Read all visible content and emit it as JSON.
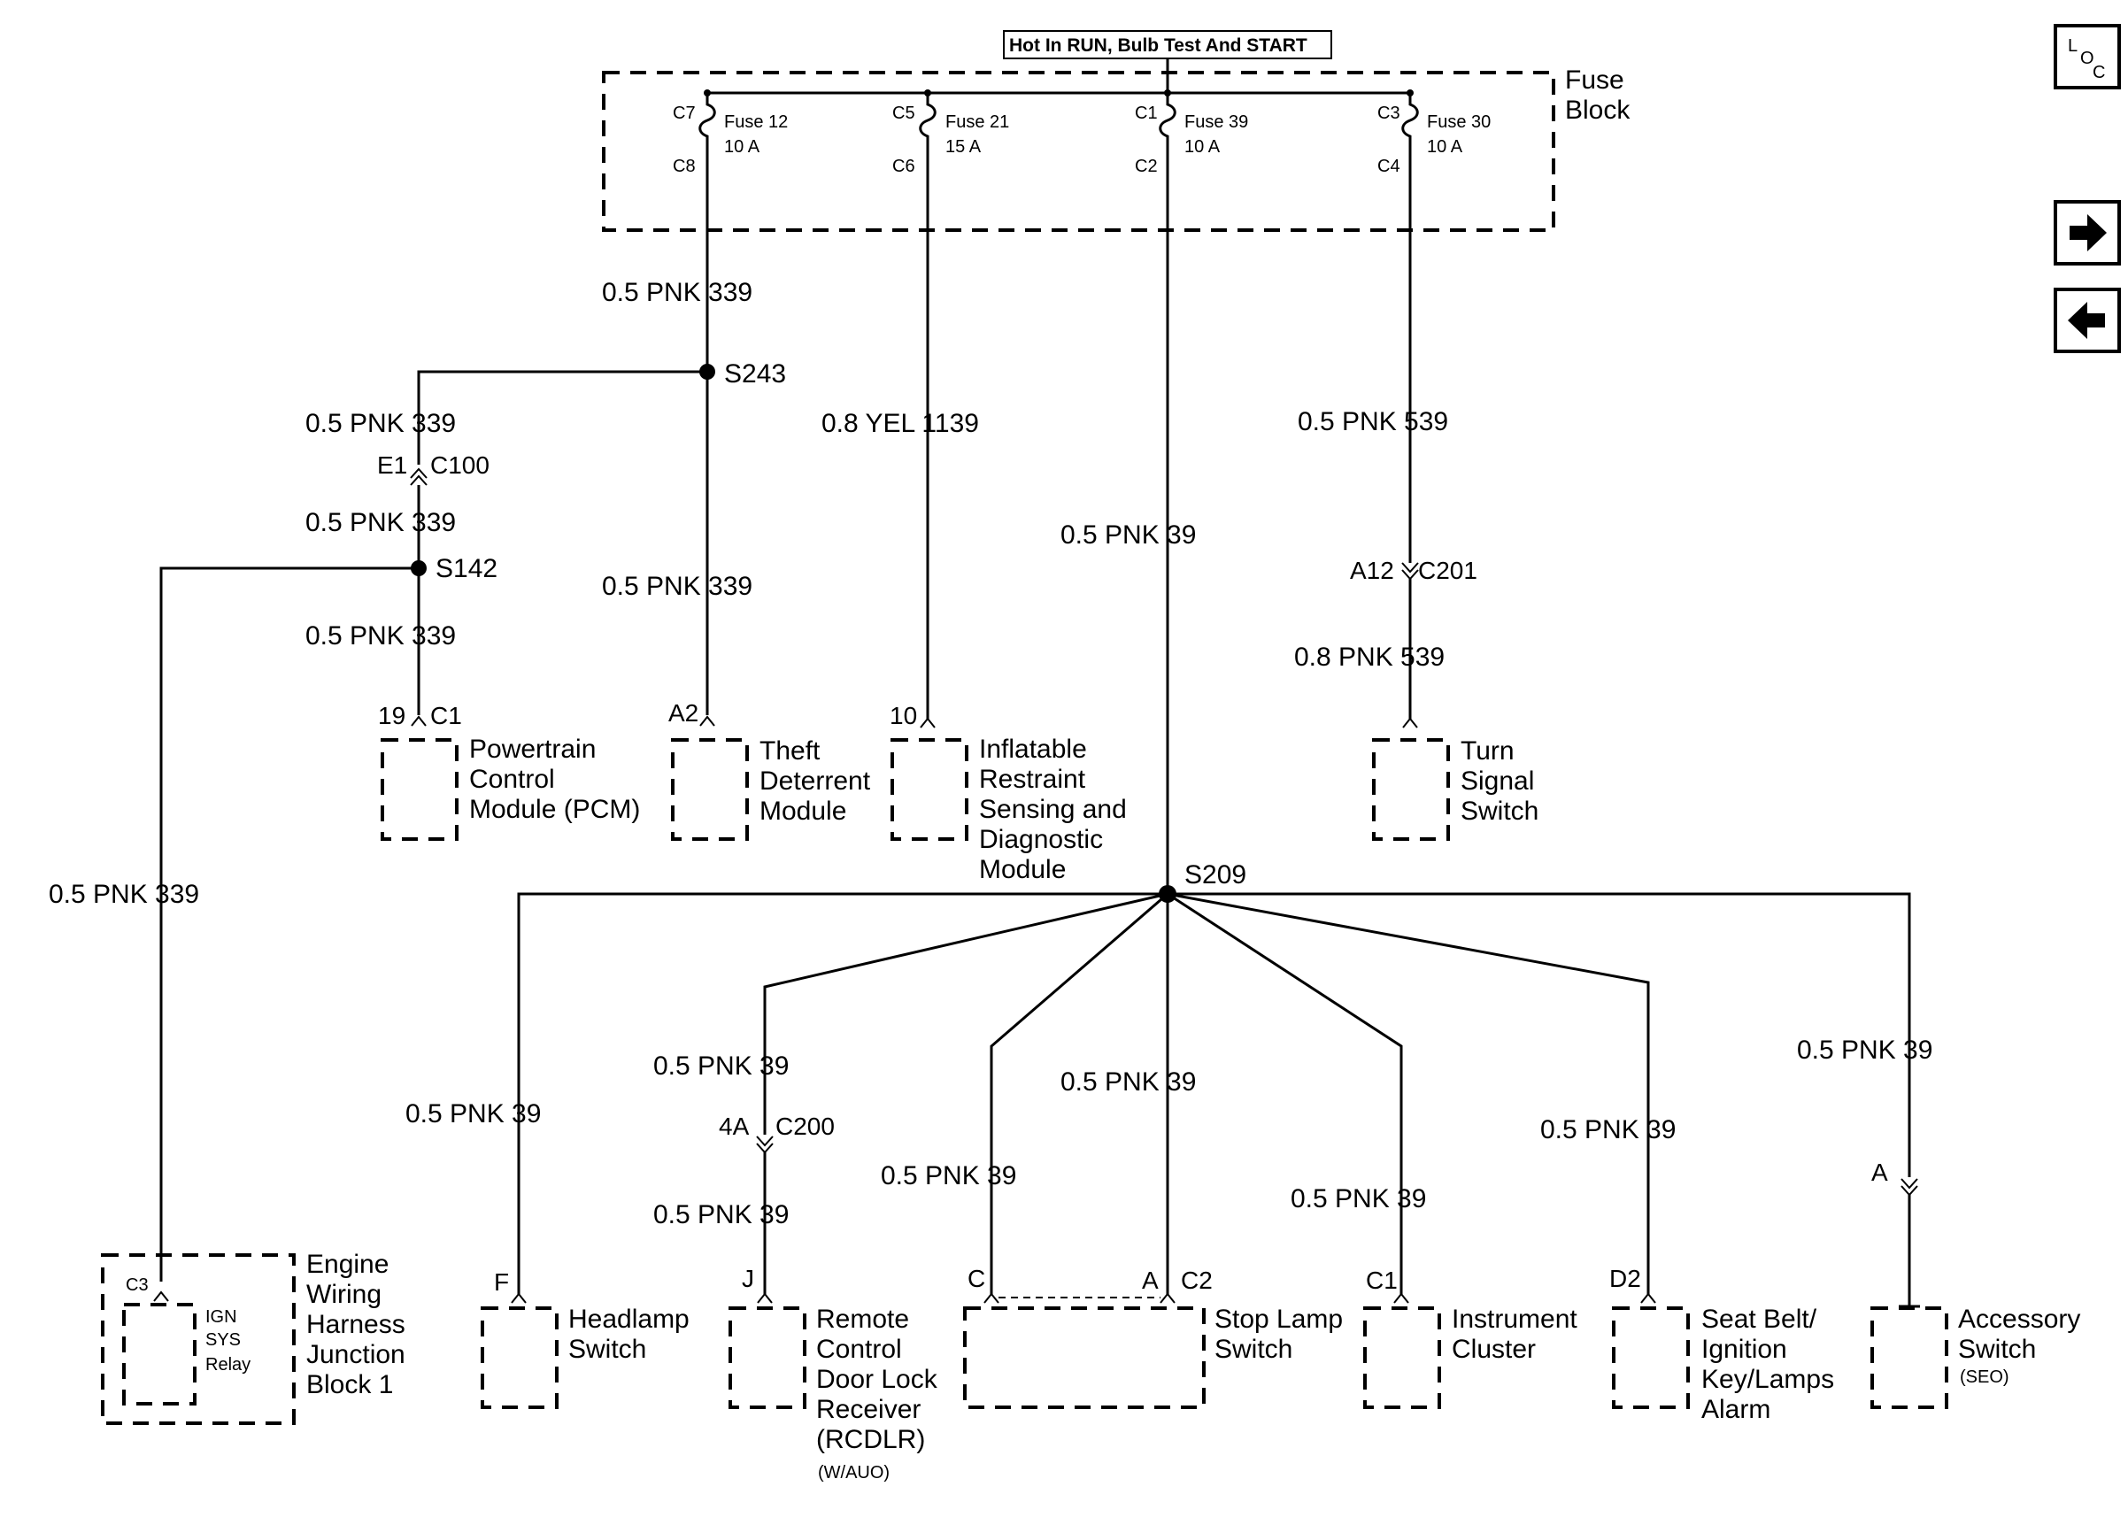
{
  "header": {
    "hot_label": "Hot In RUN, Bulb Test And START"
  },
  "nav": {
    "loc_l": "L",
    "loc_o": "O",
    "loc_c": "C"
  },
  "fuse_block": {
    "label_line1": "Fuse",
    "label_line2": "Block",
    "fuses": [
      {
        "in_pin": "C7",
        "out_pin": "C8",
        "name": "Fuse 12",
        "rating": "10 A"
      },
      {
        "in_pin": "C5",
        "out_pin": "C6",
        "name": "Fuse 21",
        "rating": "15 A"
      },
      {
        "in_pin": "C1",
        "out_pin": "C2",
        "name": "Fuse 39",
        "rating": "10 A"
      },
      {
        "in_pin": "C3",
        "out_pin": "C4",
        "name": "Fuse 30",
        "rating": "10 A"
      }
    ]
  },
  "wire_labels": {
    "w339_top": "0.5 PNK 339",
    "w339_left_a": "0.5 PNK 339",
    "w339_left_b": "0.5 PNK 339",
    "w339_pcm": "0.5 PNK 339",
    "w339_theft": "0.5 PNK 339",
    "w339_engine": "0.5 PNK 339",
    "w1139": "0.8 YEL 1139",
    "w39_main": "0.5 PNK 39",
    "w539_top": "0.5 PNK 539",
    "w539_bottom": "0.8 PNK 539",
    "w39_headlamp": "0.5 PNK 39",
    "w39_rcdlr_a": "0.5 PNK 39",
    "w39_rcdlr_b": "0.5 PNK 39",
    "w39_stop_c": "0.5 PNK 39",
    "w39_stop_a": "0.5 PNK 39",
    "w39_cluster": "0.5 PNK 39",
    "w39_seatbelt": "0.5 PNK 39",
    "w39_accessory": "0.5 PNK 39"
  },
  "splices": {
    "s243": "S243",
    "s142": "S142",
    "s209": "S209"
  },
  "connectors": {
    "c100_pin": "E1",
    "c100": "C100",
    "c201_pin": "A12",
    "c201": "C201",
    "c200_pin": "4A",
    "c200": "C200",
    "acc_pin": "A"
  },
  "components": {
    "pcm": {
      "pin": "19",
      "conn": "C1",
      "lines": [
        "Powertrain",
        "Control",
        "Module (PCM)"
      ]
    },
    "theft": {
      "pin": "A2",
      "lines": [
        "Theft",
        "Deterrent",
        "Module"
      ]
    },
    "airbag": {
      "pin": "10",
      "lines": [
        "Inflatable",
        "Restraint",
        "Sensing and",
        "Diagnostic",
        "Module"
      ]
    },
    "turn": {
      "lines": [
        "Turn",
        "Signal",
        "Switch"
      ]
    },
    "engine_block": {
      "pin": "C3",
      "relay": [
        "IGN",
        "SYS",
        "Relay"
      ],
      "lines": [
        "Engine",
        "Wiring",
        "Harness",
        "Junction",
        "Block 1"
      ]
    },
    "headlamp": {
      "pin": "F",
      "lines": [
        "Headlamp",
        "Switch"
      ]
    },
    "rcdlr": {
      "pin": "J",
      "lines": [
        "Remote",
        "Control",
        "Door Lock",
        "Receiver",
        "(RCDLR)"
      ],
      "option": "(W/AUO)"
    },
    "stop_lamp": {
      "pin_c": "C",
      "pin_a": "A",
      "conn": "C2",
      "lines": [
        "Stop Lamp",
        "Switch"
      ]
    },
    "cluster": {
      "pin": "C1",
      "lines": [
        "Instrument",
        "Cluster"
      ]
    },
    "seatbelt": {
      "pin": "D2",
      "lines": [
        "Seat Belt/",
        "Ignition",
        "Key/Lamps",
        "Alarm"
      ]
    },
    "accessory": {
      "lines": [
        "Accessory",
        "Switch"
      ],
      "option": "(SEO)"
    }
  }
}
